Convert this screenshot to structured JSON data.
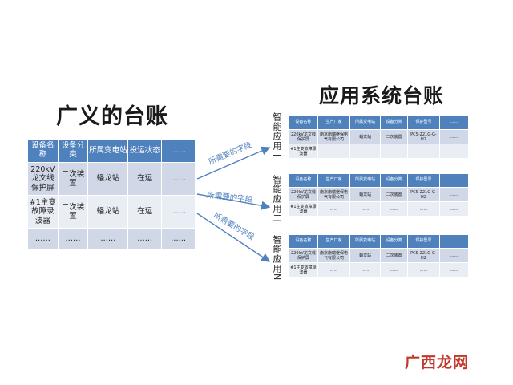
{
  "left_title": "广义的台账",
  "right_title": "应用系统台账",
  "main_table": {
    "headers": [
      "设备名称",
      "设备分类",
      "所属变电站",
      "投运状态",
      "……"
    ],
    "rows": [
      [
        "220kV龙文线保护屏",
        "二次装置",
        "蟠龙站",
        "在运",
        "……"
      ],
      [
        "#1主变故障录波器",
        "二次装置",
        "蟠龙站",
        "在运",
        "……"
      ],
      [
        "……",
        "……",
        "……",
        "……",
        "……"
      ]
    ]
  },
  "arrow_labels": [
    "所需要的字段",
    "所需要的字段",
    "所需要的字段"
  ],
  "app_labels": [
    "智能应用一",
    "智能应用二",
    "智能应用N"
  ],
  "app_tables": [
    {
      "headers": [
        "设备名称",
        "生产厂家",
        "所属变电站",
        "设备分类",
        "保护型号",
        "……"
      ],
      "rows": [
        [
          "220kV龙文线保护屏",
          "南京南瑞继保电气有限公司",
          "蟠龙站",
          "二次装置",
          "PCS-221G-G-H2",
          "……"
        ],
        [
          "#1主变故障录波器",
          "……",
          "……",
          "……",
          "……",
          "……"
        ]
      ]
    },
    {
      "headers": [
        "设备名称",
        "生产厂家",
        "所属变电站",
        "设备分类",
        "保护型号",
        "……"
      ],
      "rows": [
        [
          "220kV龙文线保护屏",
          "南京南瑞继保电气有限公司",
          "蟠龙站",
          "二次装置",
          "PCS-221G-G-H2",
          "……"
        ],
        [
          "#1主变故障录波器",
          "……",
          "……",
          "……",
          "……",
          "……"
        ]
      ]
    },
    {
      "headers": [
        "设备名称",
        "生产厂家",
        "所属变电站",
        "设备分类",
        "保护型号",
        "……"
      ],
      "rows": [
        [
          "220kV龙文线保护屏",
          "南京南瑞继保电气有限公司",
          "蟠龙站",
          "二次装置",
          "PCS-221G-G-H2",
          "……"
        ],
        [
          "#1主变故障录波器",
          "……",
          "……",
          "……",
          "……",
          "……"
        ]
      ]
    }
  ],
  "watermark": "广西龙网",
  "colors": {
    "header": "#4f81bd",
    "row_odd": "#d0d8e8",
    "row_even": "#e9edf4",
    "arrow": "#4f81bd",
    "watermark": "#c0392b"
  }
}
